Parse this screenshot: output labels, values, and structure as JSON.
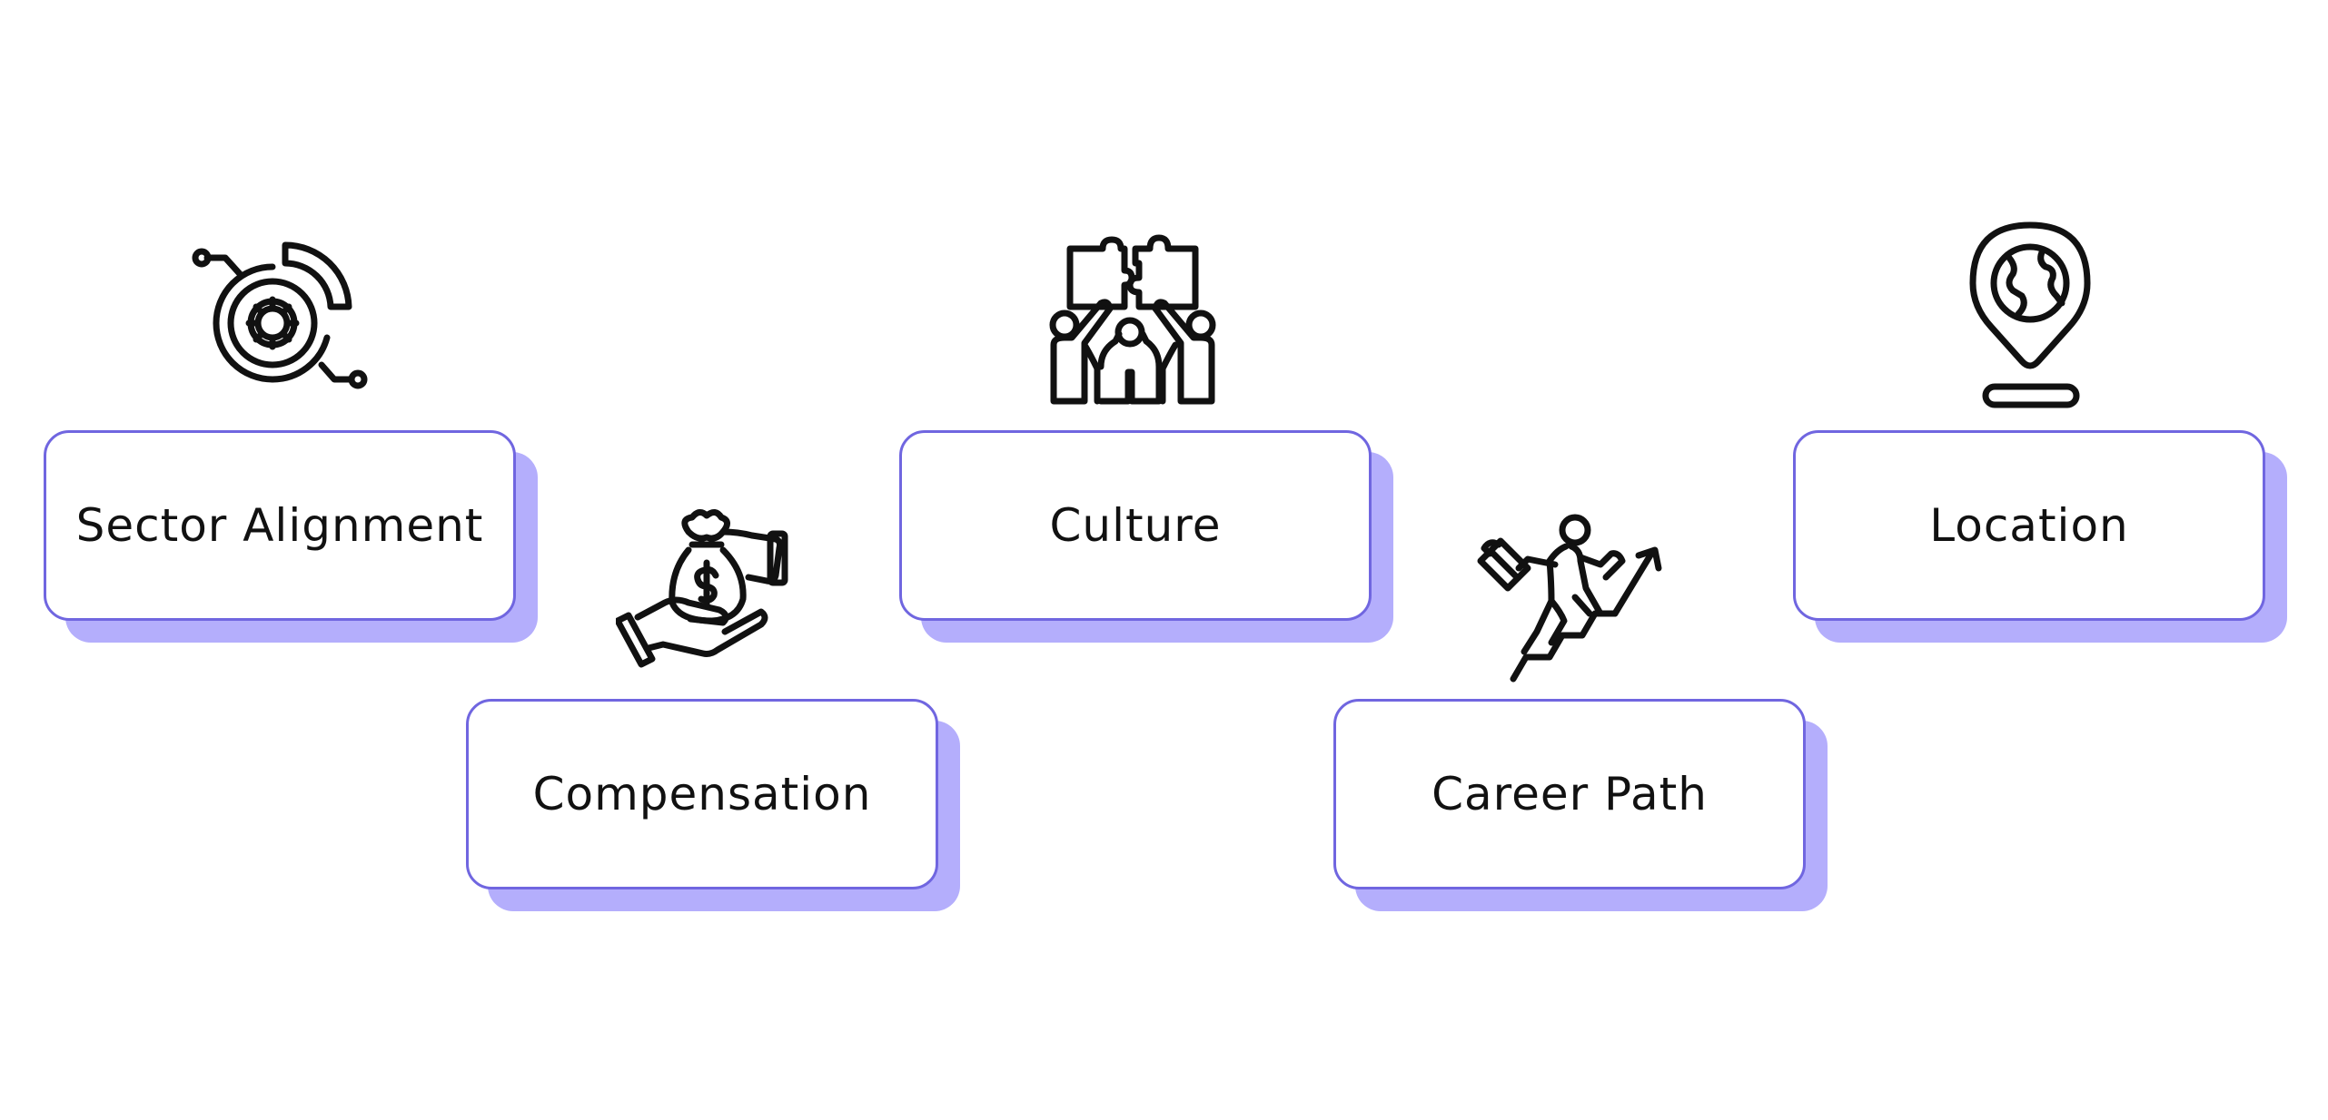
{
  "diagram": {
    "items": [
      {
        "label": "Sector Alignment",
        "icon": "gear-target-icon"
      },
      {
        "label": "Compensation",
        "icon": "money-bag-hand-icon"
      },
      {
        "label": "Culture",
        "icon": "team-puzzle-icon"
      },
      {
        "label": "Career Path",
        "icon": "climbing-businessman-icon"
      },
      {
        "label": "Location",
        "icon": "globe-pin-icon"
      }
    ],
    "colors": {
      "border": "#7066e0",
      "shadow": "#b4aefc",
      "text": "#111111",
      "background": "#ffffff"
    }
  }
}
